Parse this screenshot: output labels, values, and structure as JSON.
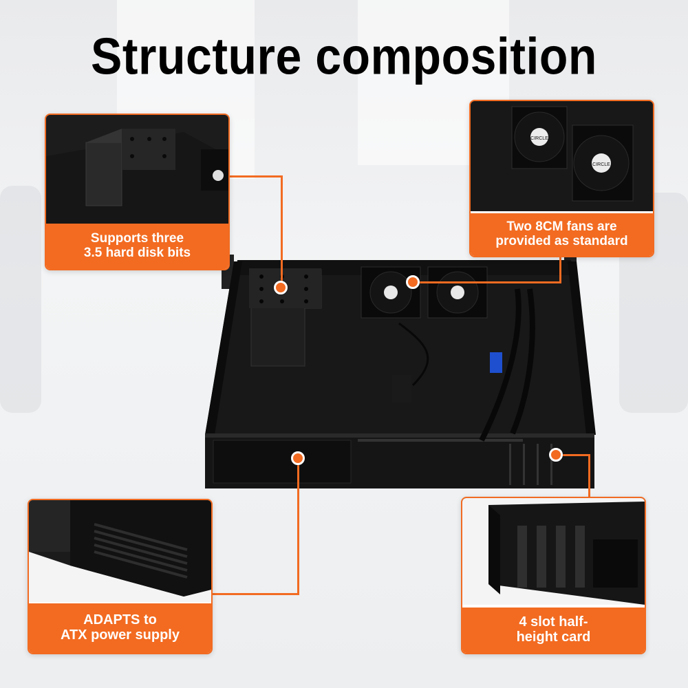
{
  "title": "Structure composition",
  "accent_color": "#f26b21",
  "features": [
    {
      "id": "hdd",
      "label": "Supports three\n3.5 hard disk bits"
    },
    {
      "id": "fans",
      "label": "Two 8CM fans are\nprovided as standard"
    },
    {
      "id": "psu",
      "label": "ADAPTS to\nATX power supply"
    },
    {
      "id": "slots",
      "label": "4 slot half-\nheight card"
    }
  ],
  "fan_brand": "CIRCLE"
}
